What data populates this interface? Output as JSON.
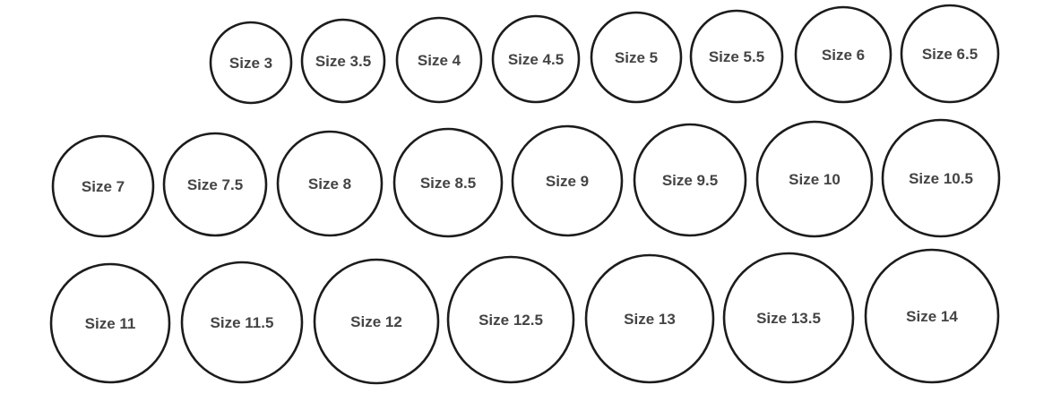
{
  "rings": [
    {
      "label": "Size 3"
    },
    {
      "label": "Size 3.5"
    },
    {
      "label": "Size 4"
    },
    {
      "label": "Size 4.5"
    },
    {
      "label": "Size 5"
    },
    {
      "label": "Size 5.5"
    },
    {
      "label": "Size 6"
    },
    {
      "label": "Size 6.5"
    },
    {
      "label": "Size 7"
    },
    {
      "label": "Size 7.5"
    },
    {
      "label": "Size 8"
    },
    {
      "label": "Size 8.5"
    },
    {
      "label": "Size 9"
    },
    {
      "label": "Size 9.5"
    },
    {
      "label": "Size 10"
    },
    {
      "label": "Size 10.5"
    },
    {
      "label": "Size 11"
    },
    {
      "label": "Size 11.5"
    },
    {
      "label": "Size 12"
    },
    {
      "label": "Size 12.5"
    },
    {
      "label": "Size 13"
    },
    {
      "label": "Size 13.5"
    },
    {
      "label": "Size 14"
    }
  ],
  "colors": {
    "outline": "#1c1c1c",
    "text": "#444444",
    "background": "#ffffff"
  }
}
